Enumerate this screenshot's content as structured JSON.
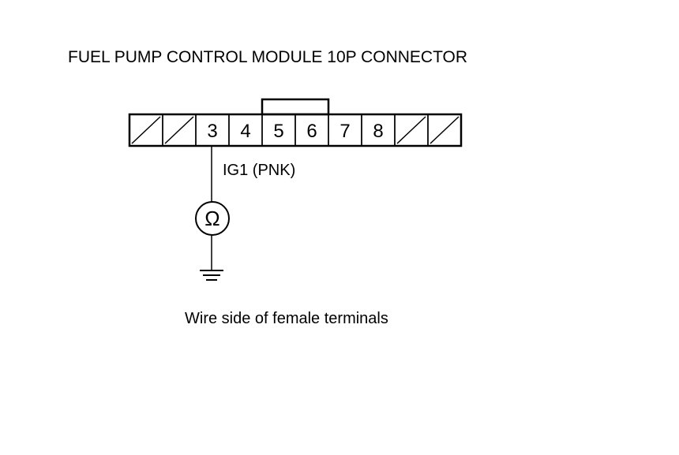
{
  "diagram": {
    "title": "FUEL PUMP CONTROL MODULE 10P CONNECTOR",
    "connector": {
      "cells": [
        {
          "type": "empty"
        },
        {
          "type": "empty"
        },
        {
          "type": "pin",
          "label": "3"
        },
        {
          "type": "pin",
          "label": "4"
        },
        {
          "type": "pin",
          "label": "5"
        },
        {
          "type": "pin",
          "label": "6"
        },
        {
          "type": "pin",
          "label": "7"
        },
        {
          "type": "pin",
          "label": "8"
        },
        {
          "type": "empty"
        },
        {
          "type": "empty"
        }
      ]
    },
    "wire_label": "IG1 (PNK)",
    "meter_symbol": "Ω",
    "meter_icon": "ohmmeter-icon",
    "ground_icon": "ground-icon",
    "caption": "Wire side of female terminals"
  }
}
